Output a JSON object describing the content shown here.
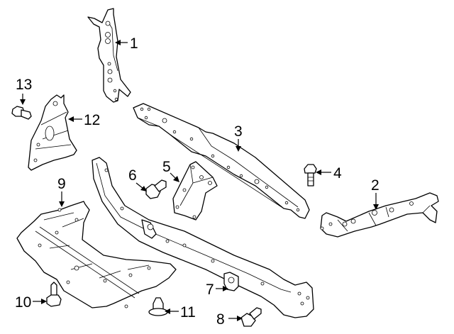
{
  "diagram": {
    "type": "exploded parts diagram",
    "line_color": "#000000",
    "background": "#ffffff",
    "callouts": [
      {
        "id": "1",
        "label": "1",
        "part": "upper-tie-bar-bracket"
      },
      {
        "id": "2",
        "label": "2",
        "part": "side-support-bracket"
      },
      {
        "id": "3",
        "label": "3",
        "part": "upper-tie-bar"
      },
      {
        "id": "4",
        "label": "4",
        "part": "bolt"
      },
      {
        "id": "5",
        "label": "5",
        "part": "mount-bracket"
      },
      {
        "id": "6",
        "label": "6",
        "part": "bolt"
      },
      {
        "id": "7",
        "label": "7",
        "part": "lower-tie-bar"
      },
      {
        "id": "8",
        "label": "8",
        "part": "bolt"
      },
      {
        "id": "9",
        "label": "9",
        "part": "splash-shield"
      },
      {
        "id": "10",
        "label": "10",
        "part": "bolt"
      },
      {
        "id": "11",
        "label": "11",
        "part": "clip"
      },
      {
        "id": "12",
        "label": "12",
        "part": "side-deflector"
      },
      {
        "id": "13",
        "label": "13",
        "part": "bolt"
      }
    ]
  }
}
